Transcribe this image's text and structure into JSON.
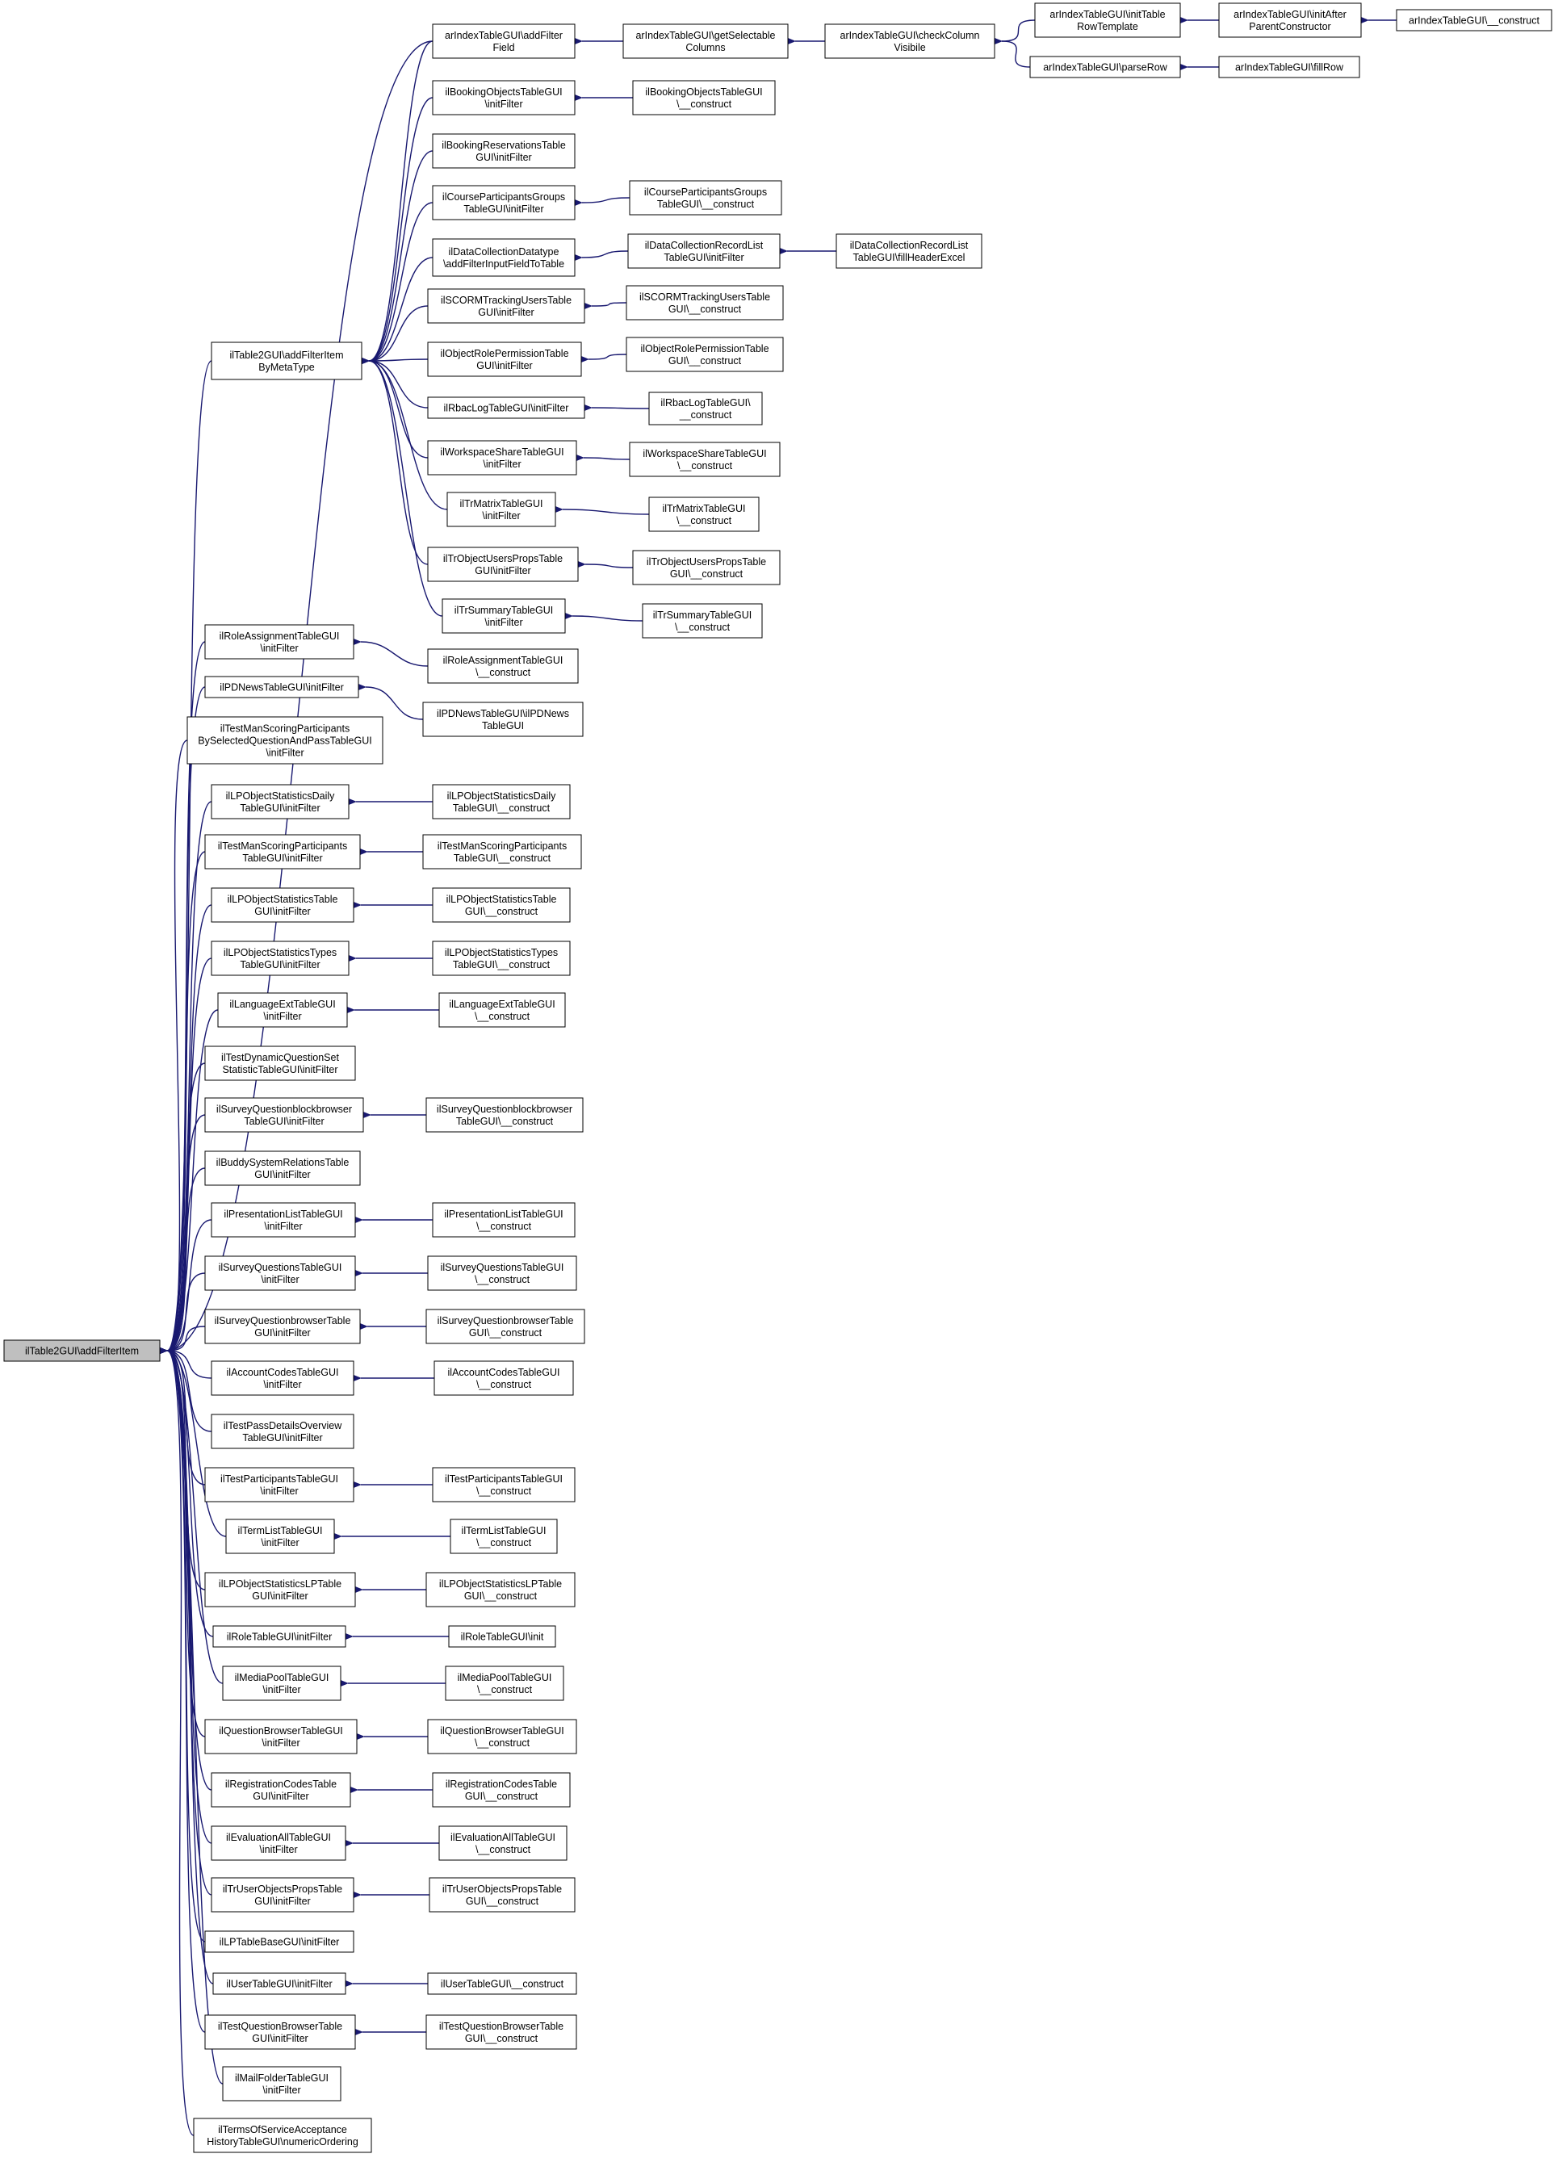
{
  "diagram": {
    "kind": "call-graph",
    "colors": {
      "edge": "#191970",
      "node_border": "#000000",
      "node_fill": "#ffffff",
      "root_fill": "#bfbfbf"
    },
    "nodes": [
      {
        "id": "root",
        "lines": [
          "ilTable2GUI\\addFilterItem"
        ],
        "is_root": true
      },
      {
        "id": "meta",
        "lines": [
          "ilTable2GUI\\addFilterItem",
          "ByMetaType"
        ]
      },
      {
        "id": "ar_add",
        "lines": [
          "arIndexTableGUI\\addFilter",
          "Field"
        ]
      },
      {
        "id": "ar_sel",
        "lines": [
          "arIndexTableGUI\\getSelectable",
          "Columns"
        ]
      },
      {
        "id": "ar_chk",
        "lines": [
          "arIndexTableGUI\\checkColumn",
          "Visibile"
        ]
      },
      {
        "id": "ar_itr",
        "lines": [
          "arIndexTableGUI\\initTable",
          "RowTemplate"
        ]
      },
      {
        "id": "ar_iap",
        "lines": [
          "arIndexTableGUI\\initAfter",
          "ParentConstructor"
        ]
      },
      {
        "id": "ar_con",
        "lines": [
          "arIndexTableGUI\\__construct"
        ]
      },
      {
        "id": "ar_pr",
        "lines": [
          "arIndexTableGUI\\parseRow"
        ]
      },
      {
        "id": "ar_fr",
        "lines": [
          "arIndexTableGUI\\fillRow"
        ]
      },
      {
        "id": "bo_if",
        "lines": [
          "ilBookingObjectsTableGUI",
          "\\initFilter"
        ]
      },
      {
        "id": "bo_c",
        "lines": [
          "ilBookingObjectsTableGUI",
          "\\__construct"
        ]
      },
      {
        "id": "br_if",
        "lines": [
          "ilBookingReservationsTable",
          "GUI\\initFilter"
        ]
      },
      {
        "id": "cpg_if",
        "lines": [
          "ilCourseParticipantsGroups",
          "TableGUI\\initFilter"
        ]
      },
      {
        "id": "cpg_c",
        "lines": [
          "ilCourseParticipantsGroups",
          "TableGUI\\__construct"
        ]
      },
      {
        "id": "dcd",
        "lines": [
          "ilDataCollectionDatatype",
          "\\addFilterInputFieldToTable"
        ]
      },
      {
        "id": "dcr_if",
        "lines": [
          "ilDataCollectionRecordList",
          "TableGUI\\initFilter"
        ]
      },
      {
        "id": "dcr_fh",
        "lines": [
          "ilDataCollectionRecordList",
          "TableGUI\\fillHeaderExcel"
        ]
      },
      {
        "id": "scorm_if",
        "lines": [
          "ilSCORMTrackingUsersTable",
          "GUI\\initFilter"
        ]
      },
      {
        "id": "scorm_c",
        "lines": [
          "ilSCORMTrackingUsersTable",
          "GUI\\__construct"
        ]
      },
      {
        "id": "orp_if",
        "lines": [
          "ilObjectRolePermissionTable",
          "GUI\\initFilter"
        ]
      },
      {
        "id": "orp_c",
        "lines": [
          "ilObjectRolePermissionTable",
          "GUI\\__construct"
        ]
      },
      {
        "id": "rbac_if",
        "lines": [
          "ilRbacLogTableGUI\\initFilter"
        ]
      },
      {
        "id": "rbac_c",
        "lines": [
          "ilRbacLogTableGUI\\",
          "__construct"
        ]
      },
      {
        "id": "ws_if",
        "lines": [
          "ilWorkspaceShareTableGUI",
          "\\initFilter"
        ]
      },
      {
        "id": "ws_c",
        "lines": [
          "ilWorkspaceShareTableGUI",
          "\\__construct"
        ]
      },
      {
        "id": "trm_if",
        "lines": [
          "ilTrMatrixTableGUI",
          "\\initFilter"
        ]
      },
      {
        "id": "trm_c",
        "lines": [
          "ilTrMatrixTableGUI",
          "\\__construct"
        ]
      },
      {
        "id": "troup_if",
        "lines": [
          "ilTrObjectUsersPropsTable",
          "GUI\\initFilter"
        ]
      },
      {
        "id": "troup_c",
        "lines": [
          "ilTrObjectUsersPropsTable",
          "GUI\\__construct"
        ]
      },
      {
        "id": "trs_if",
        "lines": [
          "ilTrSummaryTableGUI",
          "\\initFilter"
        ]
      },
      {
        "id": "trs_c",
        "lines": [
          "ilTrSummaryTableGUI",
          "\\__construct"
        ]
      },
      {
        "id": "ra_if",
        "lines": [
          "ilRoleAssignmentTableGUI",
          "\\initFilter"
        ]
      },
      {
        "id": "ra_c",
        "lines": [
          "ilRoleAssignmentTableGUI",
          "\\__construct"
        ]
      },
      {
        "id": "pdn_if",
        "lines": [
          "ilPDNewsTableGUI\\initFilter"
        ]
      },
      {
        "id": "pdn_c",
        "lines": [
          "ilPDNewsTableGUI\\ilPDNews",
          "TableGUI"
        ]
      },
      {
        "id": "tms_sel",
        "lines": [
          "ilTestManScoringParticipants",
          "BySelectedQuestionAndPassTableGUI",
          "\\initFilter"
        ]
      },
      {
        "id": "lposd_if",
        "lines": [
          "ilLPObjectStatisticsDaily",
          "TableGUI\\initFilter"
        ]
      },
      {
        "id": "lposd_c",
        "lines": [
          "ilLPObjectStatisticsDaily",
          "TableGUI\\__construct"
        ]
      },
      {
        "id": "tms_if",
        "lines": [
          "ilTestManScoringParticipants",
          "TableGUI\\initFilter"
        ]
      },
      {
        "id": "tms_c",
        "lines": [
          "ilTestManScoringParticipants",
          "TableGUI\\__construct"
        ]
      },
      {
        "id": "lpost_if",
        "lines": [
          "ilLPObjectStatisticsTable",
          "GUI\\initFilter"
        ]
      },
      {
        "id": "lpost_c",
        "lines": [
          "ilLPObjectStatisticsTable",
          "GUI\\__construct"
        ]
      },
      {
        "id": "lposty_if",
        "lines": [
          "ilLPObjectStatisticsTypes",
          "TableGUI\\initFilter"
        ]
      },
      {
        "id": "lposty_c",
        "lines": [
          "ilLPObjectStatisticsTypes",
          "TableGUI\\__construct"
        ]
      },
      {
        "id": "lang_if",
        "lines": [
          "ilLanguageExtTableGUI",
          "\\initFilter"
        ]
      },
      {
        "id": "lang_c",
        "lines": [
          "ilLanguageExtTableGUI",
          "\\__construct"
        ]
      },
      {
        "id": "tdq_if",
        "lines": [
          "ilTestDynamicQuestionSet",
          "StatisticTableGUI\\initFilter"
        ]
      },
      {
        "id": "sqbb_if",
        "lines": [
          "ilSurveyQuestionblockbrowser",
          "TableGUI\\initFilter"
        ]
      },
      {
        "id": "sqbb_c",
        "lines": [
          "ilSurveyQuestionblockbrowser",
          "TableGUI\\__construct"
        ]
      },
      {
        "id": "bsr_if",
        "lines": [
          "ilBuddySystemRelationsTable",
          "GUI\\initFilter"
        ]
      },
      {
        "id": "pres_if",
        "lines": [
          "ilPresentationListTableGUI",
          "\\initFilter"
        ]
      },
      {
        "id": "pres_c",
        "lines": [
          "ilPresentationListTableGUI",
          "\\__construct"
        ]
      },
      {
        "id": "sq_if",
        "lines": [
          "ilSurveyQuestionsTableGUI",
          "\\initFilter"
        ]
      },
      {
        "id": "sq_c",
        "lines": [
          "ilSurveyQuestionsTableGUI",
          "\\__construct"
        ]
      },
      {
        "id": "sqb_if",
        "lines": [
          "ilSurveyQuestionbrowserTable",
          "GUI\\initFilter"
        ]
      },
      {
        "id": "sqb_c",
        "lines": [
          "ilSurveyQuestionbrowserTable",
          "GUI\\__construct"
        ]
      },
      {
        "id": "acc_if",
        "lines": [
          "ilAccountCodesTableGUI",
          "\\initFilter"
        ]
      },
      {
        "id": "acc_c",
        "lines": [
          "ilAccountCodesTableGUI",
          "\\__construct"
        ]
      },
      {
        "id": "tpd_if",
        "lines": [
          "ilTestPassDetailsOverview",
          "TableGUI\\initFilter"
        ]
      },
      {
        "id": "tp_if",
        "lines": [
          "ilTestParticipantsTableGUI",
          "\\initFilter"
        ]
      },
      {
        "id": "tp_c",
        "lines": [
          "ilTestParticipantsTableGUI",
          "\\__construct"
        ]
      },
      {
        "id": "term_if",
        "lines": [
          "ilTermListTableGUI",
          "\\initFilter"
        ]
      },
      {
        "id": "term_c",
        "lines": [
          "ilTermListTableGUI",
          "\\__construct"
        ]
      },
      {
        "id": "lposlp_if",
        "lines": [
          "ilLPObjectStatisticsLPTable",
          "GUI\\initFilter"
        ]
      },
      {
        "id": "lposlp_c",
        "lines": [
          "ilLPObjectStatisticsLPTable",
          "GUI\\__construct"
        ]
      },
      {
        "id": "role_if",
        "lines": [
          "ilRoleTableGUI\\initFilter"
        ]
      },
      {
        "id": "role_c",
        "lines": [
          "ilRoleTableGUI\\init"
        ]
      },
      {
        "id": "mp_if",
        "lines": [
          "ilMediaPoolTableGUI",
          "\\initFilter"
        ]
      },
      {
        "id": "mp_c",
        "lines": [
          "ilMediaPoolTableGUI",
          "\\__construct"
        ]
      },
      {
        "id": "qb_if",
        "lines": [
          "ilQuestionBrowserTableGUI",
          "\\initFilter"
        ]
      },
      {
        "id": "qb_c",
        "lines": [
          "ilQuestionBrowserTableGUI",
          "\\__construct"
        ]
      },
      {
        "id": "rc_if",
        "lines": [
          "ilRegistrationCodesTable",
          "GUI\\initFilter"
        ]
      },
      {
        "id": "rc_c",
        "lines": [
          "ilRegistrationCodesTable",
          "GUI\\__construct"
        ]
      },
      {
        "id": "ea_if",
        "lines": [
          "ilEvaluationAllTableGUI",
          "\\initFilter"
        ]
      },
      {
        "id": "ea_c",
        "lines": [
          "ilEvaluationAllTableGUI",
          "\\__construct"
        ]
      },
      {
        "id": "tuop_if",
        "lines": [
          "ilTrUserObjectsPropsTable",
          "GUI\\initFilter"
        ]
      },
      {
        "id": "tuop_c",
        "lines": [
          "ilTrUserObjectsPropsTable",
          "GUI\\__construct"
        ]
      },
      {
        "id": "lptb_if",
        "lines": [
          "ilLPTableBaseGUI\\initFilter"
        ]
      },
      {
        "id": "user_if",
        "lines": [
          "ilUserTableGUI\\initFilter"
        ]
      },
      {
        "id": "user_c",
        "lines": [
          "ilUserTableGUI\\__construct"
        ]
      },
      {
        "id": "tqb_if",
        "lines": [
          "ilTestQuestionBrowserTable",
          "GUI\\initFilter"
        ]
      },
      {
        "id": "tqb_c",
        "lines": [
          "ilTestQuestionBrowserTable",
          "GUI\\__construct"
        ]
      },
      {
        "id": "mf_if",
        "lines": [
          "ilMailFolderTableGUI",
          "\\initFilter"
        ]
      },
      {
        "id": "tos",
        "lines": [
          "ilTermsOfServiceAcceptance",
          "HistoryTableGUI\\numericOrdering"
        ]
      }
    ],
    "edges": [
      [
        "meta",
        "root"
      ],
      [
        "ar_add",
        "root"
      ],
      [
        "ra_if",
        "root"
      ],
      [
        "pdn_if",
        "root"
      ],
      [
        "tms_sel",
        "root"
      ],
      [
        "lposd_if",
        "root"
      ],
      [
        "tms_if",
        "root"
      ],
      [
        "lpost_if",
        "root"
      ],
      [
        "lposty_if",
        "root"
      ],
      [
        "lang_if",
        "root"
      ],
      [
        "tdq_if",
        "root"
      ],
      [
        "sqbb_if",
        "root"
      ],
      [
        "bsr_if",
        "root"
      ],
      [
        "pres_if",
        "root"
      ],
      [
        "sq_if",
        "root"
      ],
      [
        "sqb_if",
        "root"
      ],
      [
        "acc_if",
        "root"
      ],
      [
        "tpd_if",
        "root"
      ],
      [
        "tp_if",
        "root"
      ],
      [
        "term_if",
        "root"
      ],
      [
        "lposlp_if",
        "root"
      ],
      [
        "role_if",
        "root"
      ],
      [
        "mp_if",
        "root"
      ],
      [
        "qb_if",
        "root"
      ],
      [
        "rc_if",
        "root"
      ],
      [
        "ea_if",
        "root"
      ],
      [
        "tuop_if",
        "root"
      ],
      [
        "lptb_if",
        "root"
      ],
      [
        "user_if",
        "root"
      ],
      [
        "tqb_if",
        "root"
      ],
      [
        "mf_if",
        "root"
      ],
      [
        "tos",
        "root"
      ],
      [
        "ar_add",
        "meta"
      ],
      [
        "bo_if",
        "meta"
      ],
      [
        "br_if",
        "meta"
      ],
      [
        "cpg_if",
        "meta"
      ],
      [
        "dcd",
        "meta"
      ],
      [
        "scorm_if",
        "meta"
      ],
      [
        "orp_if",
        "meta"
      ],
      [
        "rbac_if",
        "meta"
      ],
      [
        "ws_if",
        "meta"
      ],
      [
        "trm_if",
        "meta"
      ],
      [
        "troup_if",
        "meta"
      ],
      [
        "trs_if",
        "meta"
      ],
      [
        "ar_sel",
        "ar_add"
      ],
      [
        "ar_chk",
        "ar_sel"
      ],
      [
        "ar_itr",
        "ar_chk"
      ],
      [
        "ar_pr",
        "ar_chk"
      ],
      [
        "ar_iap",
        "ar_itr"
      ],
      [
        "ar_con",
        "ar_iap"
      ],
      [
        "ar_fr",
        "ar_pr"
      ],
      [
        "bo_c",
        "bo_if"
      ],
      [
        "cpg_c",
        "cpg_if"
      ],
      [
        "dcr_if",
        "dcd"
      ],
      [
        "dcr_fh",
        "dcr_if"
      ],
      [
        "scorm_c",
        "scorm_if"
      ],
      [
        "orp_c",
        "orp_if"
      ],
      [
        "rbac_c",
        "rbac_if"
      ],
      [
        "ws_c",
        "ws_if"
      ],
      [
        "trm_c",
        "trm_if"
      ],
      [
        "troup_c",
        "troup_if"
      ],
      [
        "trs_c",
        "trs_if"
      ],
      [
        "ra_c",
        "ra_if"
      ],
      [
        "pdn_c",
        "pdn_if"
      ],
      [
        "lposd_c",
        "lposd_if"
      ],
      [
        "tms_c",
        "tms_if"
      ],
      [
        "lpost_c",
        "lpost_if"
      ],
      [
        "lposty_c",
        "lposty_if"
      ],
      [
        "lang_c",
        "lang_if"
      ],
      [
        "sqbb_c",
        "sqbb_if"
      ],
      [
        "pres_c",
        "pres_if"
      ],
      [
        "sq_c",
        "sq_if"
      ],
      [
        "sqb_c",
        "sqb_if"
      ],
      [
        "acc_c",
        "acc_if"
      ],
      [
        "tp_c",
        "tp_if"
      ],
      [
        "term_c",
        "term_if"
      ],
      [
        "lposlp_c",
        "lposlp_if"
      ],
      [
        "role_c",
        "role_if"
      ],
      [
        "mp_c",
        "mp_if"
      ],
      [
        "qb_c",
        "qb_if"
      ],
      [
        "rc_c",
        "rc_if"
      ],
      [
        "ea_c",
        "ea_if"
      ],
      [
        "tuop_c",
        "tuop_if"
      ],
      [
        "user_c",
        "user_if"
      ],
      [
        "tqb_c",
        "tqb_if"
      ]
    ]
  }
}
